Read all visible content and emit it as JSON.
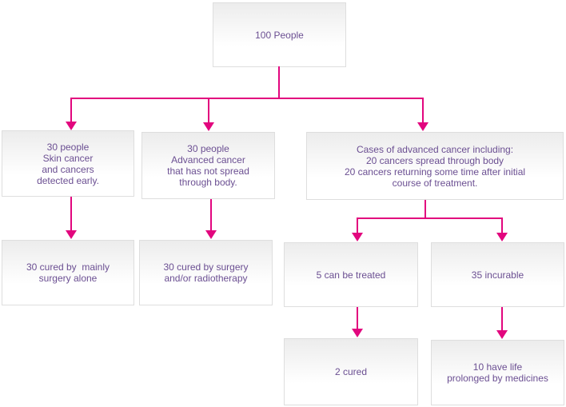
{
  "colors": {
    "connector": "#e2067e",
    "node_text": "#6b4f92",
    "node_border": "#dedede",
    "node_background_top": "#ececec",
    "node_background_bottom": "#ffffff",
    "page_background": "#ffffff"
  },
  "nodes": {
    "root": {
      "lines": [
        "100 People"
      ]
    },
    "early": {
      "lines": [
        "30 people",
        "Skin cancer",
        "and cancers",
        "detected early."
      ]
    },
    "notspread": {
      "lines": [
        "30 people",
        "Advanced cancer",
        "that has not spread",
        "through body."
      ]
    },
    "advanced": {
      "lines": [
        "Cases of advanced cancer including:",
        "20 cancers spread through body",
        "20 cancers returning some time after initial",
        "course of treatment."
      ]
    },
    "curedsurgery": {
      "lines": [
        "30 cured by  mainly",
        "surgery alone"
      ]
    },
    "curedradio": {
      "lines": [
        "30 cured by surgery",
        "and/or radiotherapy"
      ]
    },
    "treatable": {
      "lines": [
        "5 can be treated"
      ]
    },
    "incurable": {
      "lines": [
        "35 incurable"
      ]
    },
    "curedtwo": {
      "lines": [
        "2 cured"
      ]
    },
    "prolonged": {
      "lines": [
        "10 have life",
        "prolonged by medicines"
      ]
    }
  },
  "edges": [
    {
      "from": "root",
      "to": "early"
    },
    {
      "from": "root",
      "to": "notspread"
    },
    {
      "from": "root",
      "to": "advanced"
    },
    {
      "from": "early",
      "to": "curedsurgery"
    },
    {
      "from": "notspread",
      "to": "curedradio"
    },
    {
      "from": "advanced",
      "to": "treatable"
    },
    {
      "from": "advanced",
      "to": "incurable"
    },
    {
      "from": "treatable",
      "to": "curedtwo"
    },
    {
      "from": "incurable",
      "to": "prolonged"
    }
  ]
}
